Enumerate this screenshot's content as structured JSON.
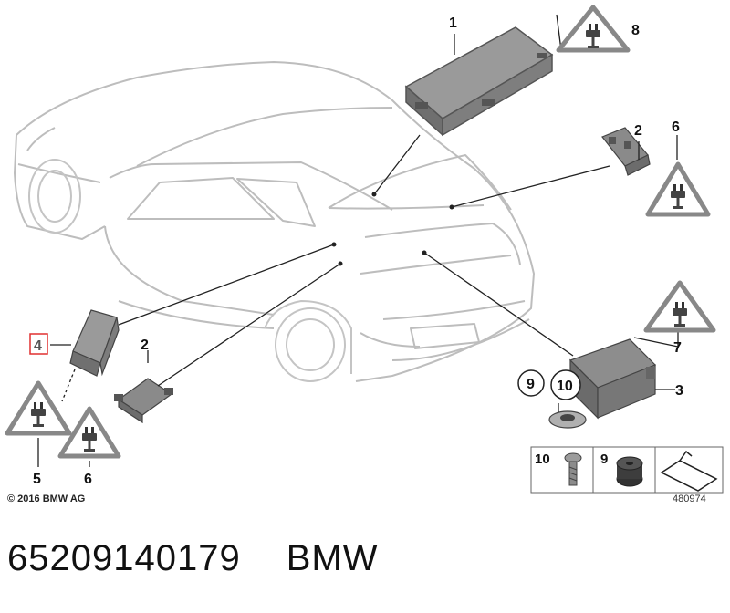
{
  "callouts": {
    "n1": "1",
    "n2_top": "2",
    "n6_top": "6",
    "n8": "8",
    "n7": "7",
    "n3": "3",
    "n9": "9",
    "n10": "10",
    "n4": "4",
    "n2_bottom": "2",
    "n5": "5",
    "n6_bottom": "6"
  },
  "parts_legend": {
    "item_10": "10",
    "item_9": "9"
  },
  "copyright": "© 2016 BMW AG",
  "reference_number": "480974",
  "footer": {
    "part_number": "65209140179",
    "brand": "BMW"
  },
  "colors": {
    "outline": "#bbbbbb",
    "line": "#222222",
    "part": "#888888",
    "highlight": "#e03030"
  }
}
